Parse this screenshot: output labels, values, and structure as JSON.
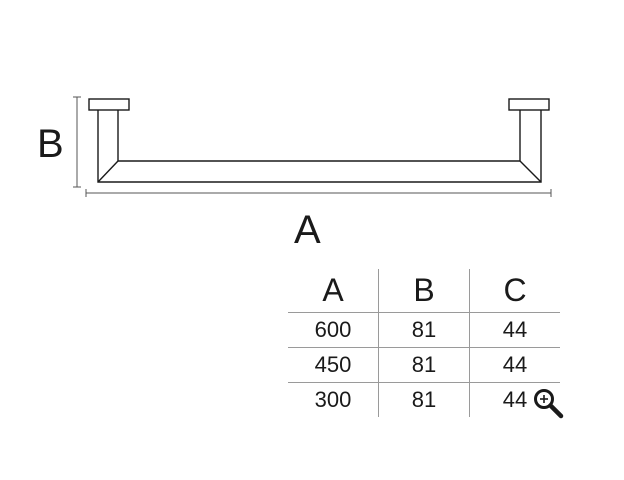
{
  "drawing": {
    "width_label": "A",
    "height_label": "B"
  },
  "table": {
    "headers": [
      "A",
      "B",
      "C"
    ],
    "rows": [
      [
        "600",
        "81",
        "44"
      ],
      [
        "450",
        "81",
        "44"
      ],
      [
        "300",
        "81",
        "44"
      ]
    ]
  },
  "icons": {
    "zoom": "zoom-in-icon"
  }
}
